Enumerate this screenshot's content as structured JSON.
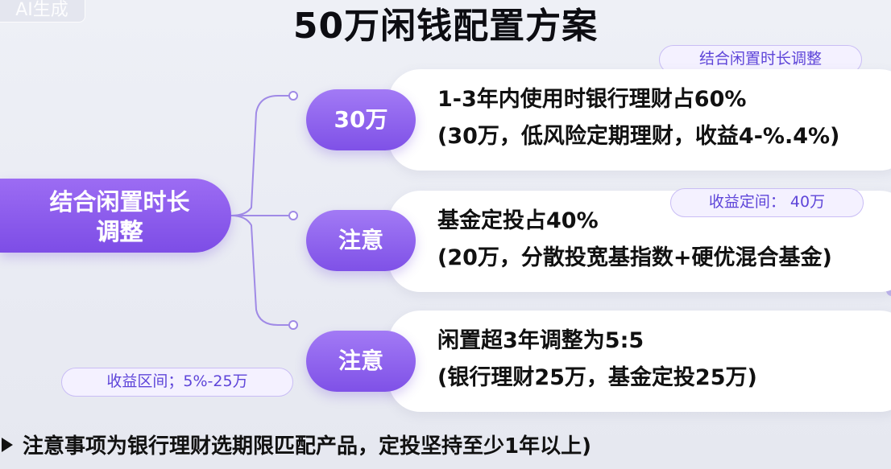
{
  "badge": {
    "label": "AI生成"
  },
  "title": "50万闲钱配置方案",
  "root": {
    "line1": "结合闲置时长",
    "line2": "调整"
  },
  "branches": [
    {
      "node_label": "30万",
      "line1": "1-3年内使用时银行理财占60%",
      "line2": "(30万，低风险定期理财，收益4-%.4%)"
    },
    {
      "node_label": "注意",
      "line1": "基金定投占40%",
      "line2": "(20万，分散投宽基指数+硬优混合基金)"
    },
    {
      "node_label": "注意",
      "line1": "闲置超3年调整为5:5",
      "line2": "(银行理财25万，基金定投25万)"
    }
  ],
  "pills": {
    "top": "结合闲置时长调整",
    "middle": "收益定间： 40万",
    "bottom": "收益区间；5%-25万"
  },
  "footer": {
    "text": "注意事项为银行理财选期限匹配产品，定投坚持至少1年以上)"
  },
  "colors": {
    "accent": "#8a5cec",
    "accent_dark": "#7d4de6",
    "pill_text": "#5e45d9",
    "pill_border": "#c9bdf5",
    "card_bg": "#ffffff",
    "page_bg": "#eceef5"
  },
  "icons": {
    "footer_bullet": "triangle-right-icon"
  }
}
